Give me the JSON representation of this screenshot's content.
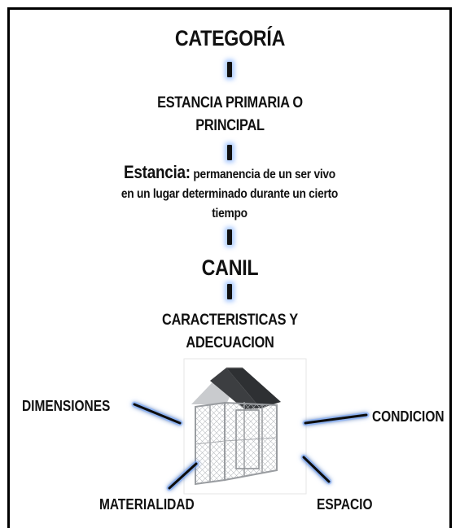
{
  "title": "CATEGORÍA",
  "level1": {
    "line1": "ESTANCIA PRIMARIA O",
    "line2": "PRINCIPAL"
  },
  "definition": {
    "term": "Estancia:",
    "text_line1": "permanencia de un ser vivo",
    "text_line2": "en un lugar determinado durante un cierto",
    "text_line3": "tiempo"
  },
  "subject": "CANIL",
  "level3": {
    "line1": "CARACTERISTICAS Y",
    "line2": "ADECUACION"
  },
  "attributes": {
    "top_left": "DIMENSIONES",
    "top_right": "CONDICION",
    "bottom_left": "MATERIALIDAD",
    "bottom_right": "ESPACIO"
  },
  "image": {
    "subject": "dog-kennel-cage"
  },
  "colors": {
    "glow": "#78aaff",
    "text": "#111111",
    "border": "#000000"
  }
}
